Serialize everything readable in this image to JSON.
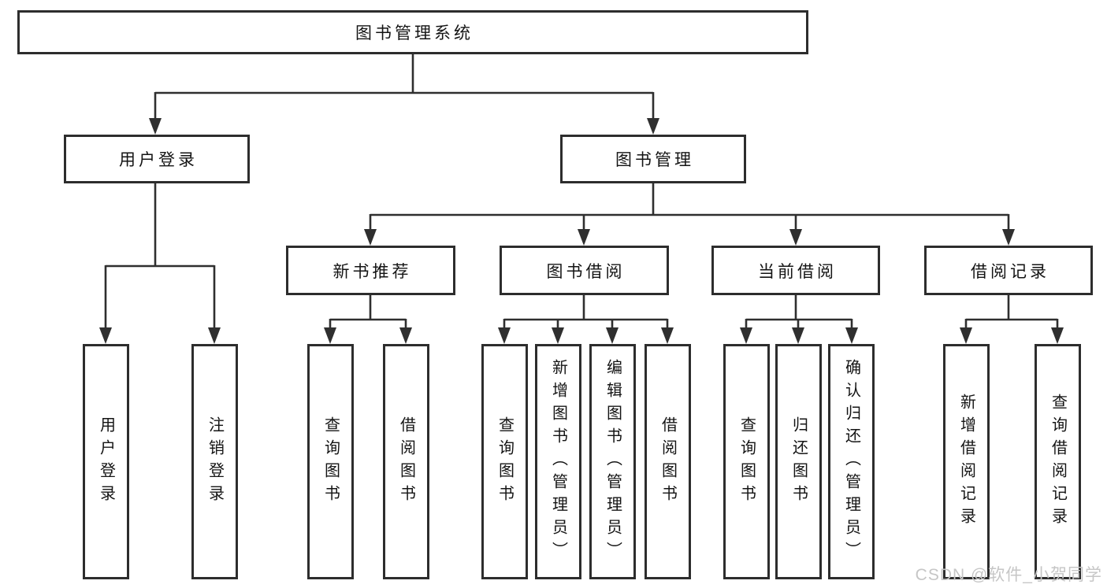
{
  "diagram": {
    "title": "图书管理系统",
    "type": "functional-structure-tree"
  },
  "colors": {
    "line": "#2f2f2f",
    "box_border": "#2d2d2d",
    "box_fill": "#ffffff",
    "text": "#141414",
    "watermark": "#c6c6c6"
  },
  "tree": {
    "label": "图书管理系统",
    "children": [
      {
        "label": "用户登录",
        "children": [
          {
            "label": "用户登录"
          },
          {
            "label": "注销登录"
          }
        ]
      },
      {
        "label": "图书管理",
        "children": [
          {
            "label": "新书推荐",
            "children": [
              {
                "label": "查询图书"
              },
              {
                "label": "借阅图书"
              }
            ]
          },
          {
            "label": "图书借阅",
            "children": [
              {
                "label": "查询图书"
              },
              {
                "label": "新增图书（管理员）"
              },
              {
                "label": "编辑图书（管理员）"
              },
              {
                "label": "借阅图书"
              }
            ]
          },
          {
            "label": "当前借阅",
            "children": [
              {
                "label": "查询图书"
              },
              {
                "label": "归还图书"
              },
              {
                "label": "确认归还（管理员）"
              }
            ]
          },
          {
            "label": "借阅记录",
            "children": [
              {
                "label": "新增借阅记录"
              },
              {
                "label": "查询借阅记录"
              }
            ]
          }
        ]
      }
    ]
  },
  "watermark": "CSDN @软件_小贺同学"
}
